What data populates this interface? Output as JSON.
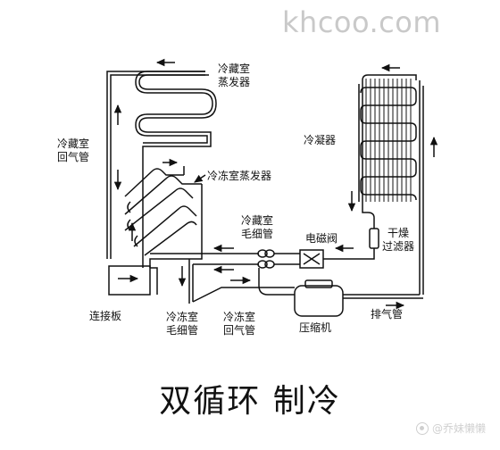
{
  "watermark": "khcoo.com",
  "title": "双循环 制冷",
  "brand": "@乔妹懒懒",
  "labels": {
    "fridge_evaporator": [
      "冷藏室",
      "蒸发器"
    ],
    "fridge_return": [
      "冷藏室",
      "回气管"
    ],
    "freezer_evaporator": "冷冻室蒸发器",
    "condenser": "冷凝器",
    "fridge_capillary": [
      "冷藏室",
      "毛细管"
    ],
    "solenoid_valve": "电磁阀",
    "dryer_filter": [
      "干燥",
      "过滤器"
    ],
    "connector_board": "连接板",
    "freezer_capillary": [
      "冷冻室",
      "毛细管"
    ],
    "freezer_return": [
      "冷冻室",
      "回气管"
    ],
    "compressor": "压缩机",
    "exhaust_pipe": "排气管"
  },
  "colors": {
    "line": "#111111",
    "text": "#111111",
    "watermark": "#c9c9c9"
  }
}
